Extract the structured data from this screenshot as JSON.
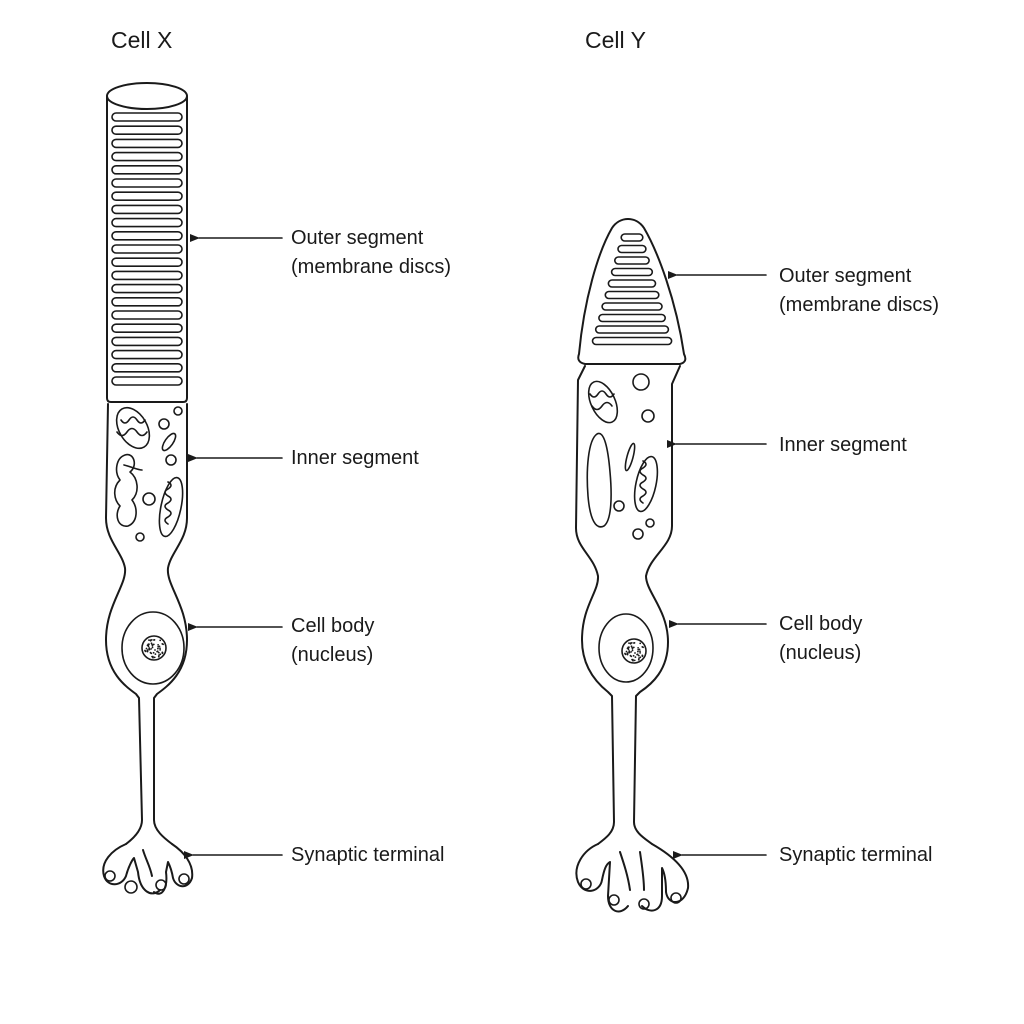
{
  "cells": [
    {
      "title": "Cell X",
      "labels": {
        "outer_segment": [
          "Outer segment",
          "(membrane discs)"
        ],
        "inner_segment": [
          "Inner segment"
        ],
        "cell_body": [
          "Cell body",
          "(nucleus)"
        ],
        "synaptic_terminal": [
          "Synaptic terminal"
        ]
      }
    },
    {
      "title": "Cell Y",
      "labels": {
        "outer_segment": [
          "Outer segment",
          "(membrane discs)"
        ],
        "inner_segment": [
          "Inner segment"
        ],
        "cell_body": [
          "Cell body",
          "(nucleus)"
        ],
        "synaptic_terminal": [
          "Synaptic terminal"
        ]
      }
    }
  ]
}
